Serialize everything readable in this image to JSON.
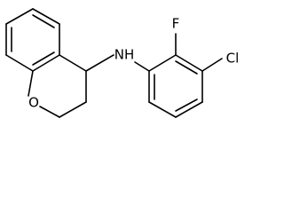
{
  "atoms": {
    "oxygen": "O",
    "nitrogen_h": "NH",
    "fluorine": "F",
    "chlorine": "Cl"
  },
  "colors": {
    "bond": "#000000",
    "label": "#000000",
    "background": "#ffffff"
  }
}
